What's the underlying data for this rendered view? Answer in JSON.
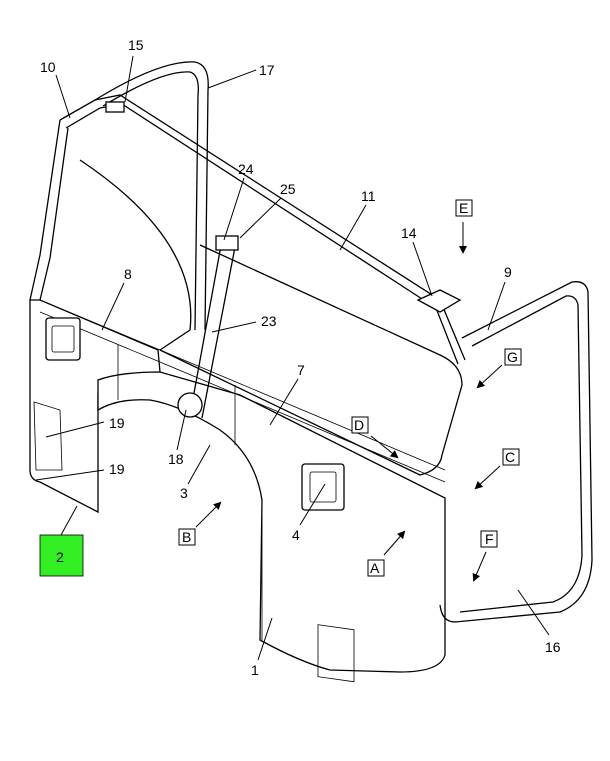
{
  "colors": {
    "highlight": "#33ee22",
    "line": "#000000",
    "background": "#ffffff"
  },
  "callouts": [
    "15",
    "10",
    "17",
    "24",
    "25",
    "11",
    "14",
    "9",
    "8",
    "23",
    "7",
    "19",
    "19",
    "18",
    "3",
    "4",
    "1",
    "16"
  ],
  "highlight_label": "2",
  "views": [
    "E",
    "G",
    "D",
    "C",
    "B",
    "A",
    "F"
  ]
}
